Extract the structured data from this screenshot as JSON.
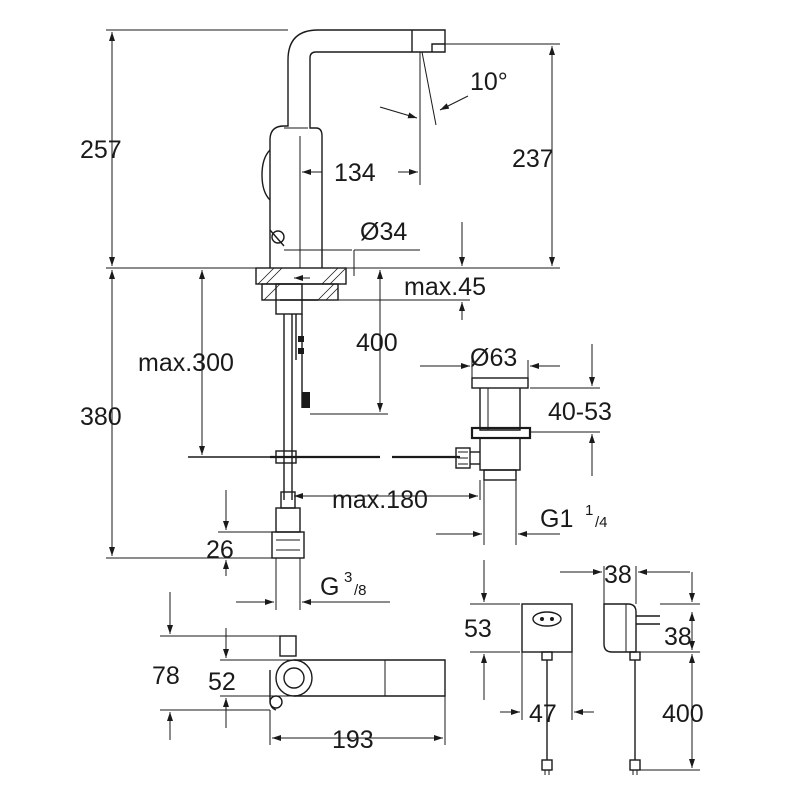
{
  "labels": {
    "h257": "257",
    "angle10": "10°",
    "h237": "237",
    "d134": "134",
    "dia34": "Ø34",
    "max45": "max.45",
    "max300": "max.300",
    "h400": "400",
    "h380": "380",
    "dia63": "Ø63",
    "r40_53": "40-53",
    "max180": "max.180",
    "g1": "G1",
    "g1_sup": "1",
    "g1_sub": "/4",
    "d26": "26",
    "g3": "G",
    "g3_sup": "3",
    "g3_sub": "/8",
    "d38_top": "38",
    "d53": "53",
    "d38_side": "38",
    "h78": "78",
    "d52": "52",
    "d47": "47",
    "d400_cable": "400",
    "d193": "193"
  },
  "colors": {
    "line": "#1a1a1a",
    "background": "#ffffff"
  }
}
